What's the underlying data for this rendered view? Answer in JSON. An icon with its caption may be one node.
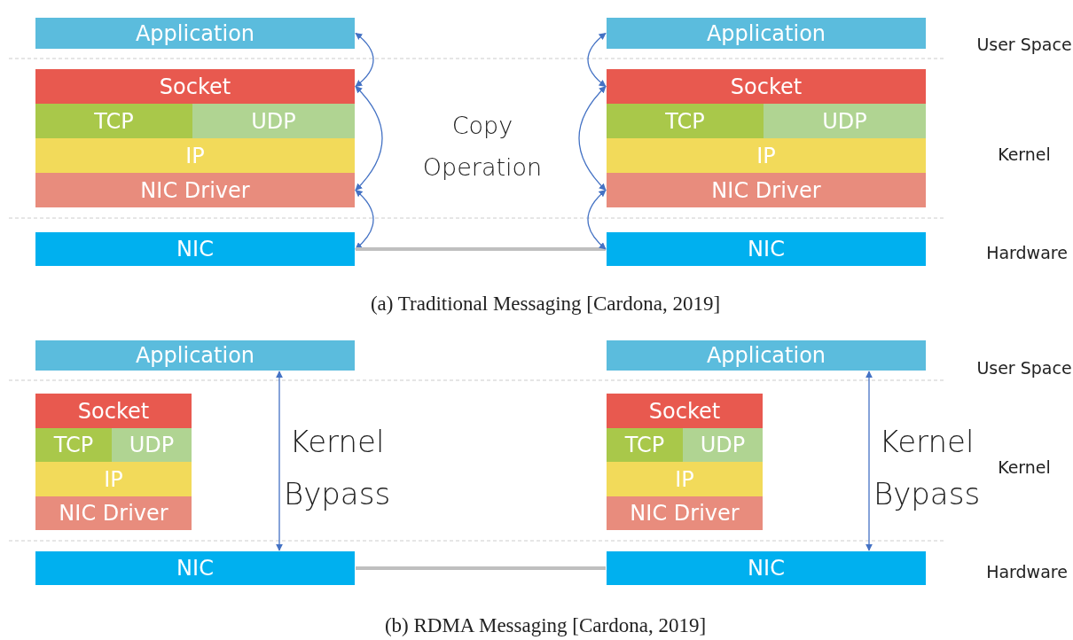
{
  "diagram": {
    "nodes": [
      {
        "text": [
          "Application"
        ]
      },
      {
        "text": [
          "Socket"
        ]
      },
      {
        "text": [
          "TCP"
        ]
      },
      {
        "text": [
          "UDP"
        ]
      },
      {
        "text": [
          "IP"
        ]
      },
      {
        "text": [
          "NIC Driver"
        ]
      },
      {
        "text": [
          "NIC"
        ]
      },
      {
        "text": [
          "Application"
        ]
      },
      {
        "text": [
          "Socket"
        ]
      },
      {
        "text": [
          "TCP"
        ]
      },
      {
        "text": [
          "UDP"
        ]
      },
      {
        "text": [
          "IP"
        ]
      },
      {
        "text": [
          "NIC Driver"
        ]
      },
      {
        "text": [
          "NIC"
        ]
      },
      {
        "text": [
          "Application"
        ]
      },
      {
        "text": [
          "Socket"
        ]
      },
      {
        "text": [
          "TCP"
        ]
      },
      {
        "text": [
          "UDP"
        ]
      },
      {
        "text": [
          "IP"
        ]
      },
      {
        "text": [
          "NIC Driver"
        ]
      },
      {
        "text": [
          "NIC"
        ]
      },
      {
        "text": [
          "Application"
        ]
      },
      {
        "text": [
          "Socket"
        ]
      },
      {
        "text": [
          "TCP"
        ]
      },
      {
        "text": [
          "UDP"
        ]
      },
      {
        "text": [
          "IP"
        ]
      },
      {
        "text": [
          "NIC Driver"
        ]
      },
      {
        "text": [
          "NIC"
        ]
      }
    ],
    "edges": [
      {
        "from": 0,
        "to": 1,
        "arrow": "both"
      },
      {
        "from": 1,
        "to": 5,
        "arrow": "both"
      },
      {
        "from": 5,
        "to": 6,
        "arrow": "both"
      },
      {
        "from": 6,
        "to": 13,
        "arrow": "none",
        "style": "thick",
        "color": "#bfbfbf"
      },
      {
        "from": 7,
        "to": 8,
        "arrow": "both"
      },
      {
        "from": 8,
        "to": 12,
        "arrow": "both"
      },
      {
        "from": 12,
        "to": 13,
        "arrow": "both"
      },
      {
        "from": 14,
        "to": 20,
        "arrow": "both"
      },
      {
        "from": 20,
        "to": 27,
        "arrow": "none",
        "style": "thick",
        "color": "#bfbfbf"
      },
      {
        "from": 21,
        "to": 27,
        "arrow": "both"
      }
    ],
    "labels": [
      "User Space",
      "Copy Operation",
      "Kernel",
      "Hardware",
      "(a) Traditional Messaging [Cardona, 2019]",
      "User Space",
      "Kernel Bypass",
      "Kernel Bypass",
      "Kernel",
      "Hardware",
      "(b) RDMA Messaging [Cardona, 2019]"
    ]
  }
}
